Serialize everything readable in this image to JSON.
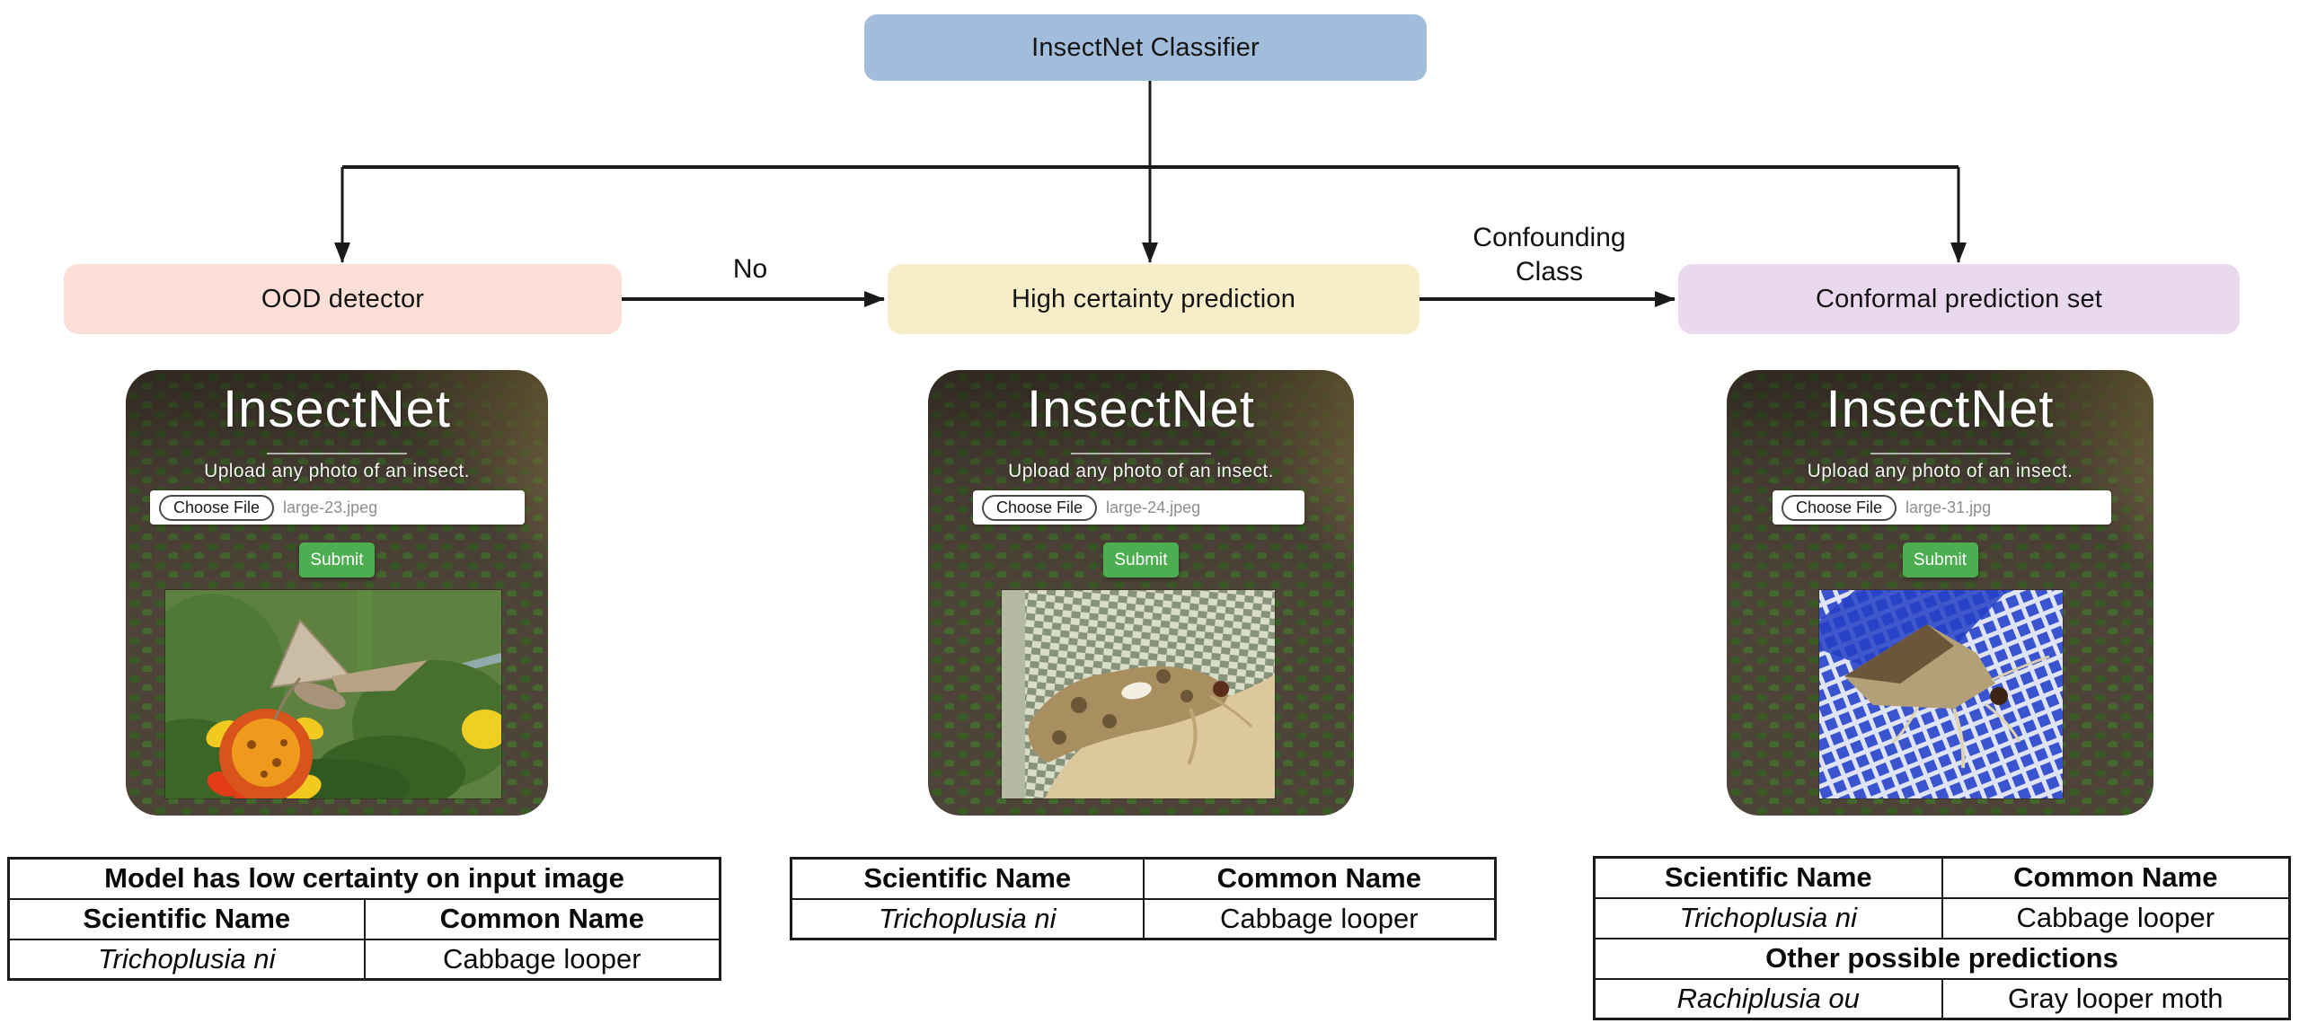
{
  "flowchart": {
    "root": {
      "label": "InsectNet Classifier",
      "color": "#a2bddb"
    },
    "nodes": [
      {
        "label": "OOD detector",
        "color": "#fbdfd6"
      },
      {
        "label": "High certainty prediction",
        "color": "#f8edc9"
      },
      {
        "label": "Conformal prediction set",
        "color": "#ead9ee"
      }
    ],
    "edge_labels": {
      "no": "No",
      "confounding_line1": "Confounding",
      "confounding_line2": "Class"
    }
  },
  "cards": [
    {
      "title": "InsectNet",
      "subtitle": "Upload any photo of an insect.",
      "choose_file_label": "Choose File",
      "file_name": "large-23.jpeg",
      "submit_label": "Submit",
      "photo": "moth-on-marigold-flower"
    },
    {
      "title": "InsectNet",
      "subtitle": "Upload any photo of an insect.",
      "choose_file_label": "Choose File",
      "file_name": "large-24.jpeg",
      "submit_label": "Submit",
      "photo": "moth-on-tan-surface"
    },
    {
      "title": "InsectNet",
      "subtitle": "Upload any photo of an insect.",
      "choose_file_label": "Choose File",
      "file_name": "large-31.jpg",
      "submit_label": "Submit",
      "photo": "moth-on-blue-mesh"
    }
  ],
  "tables": [
    {
      "banner": "Model has low certainty on input image",
      "headers": [
        "Scientific Name",
        "Common Name"
      ],
      "scientific": "Trichoplusia ni",
      "common": "Cabbage looper"
    },
    {
      "headers": [
        "Scientific Name",
        "Common Name"
      ],
      "scientific": "Trichoplusia ni",
      "common": "Cabbage looper"
    },
    {
      "headers": [
        "Scientific Name",
        "Common Name"
      ],
      "scientific": "Trichoplusia ni",
      "common": "Cabbage looper",
      "banner": "Other possible predictions",
      "scientific2": "Rachiplusia ou",
      "common2": "Gray looper moth"
    }
  ],
  "colors": {
    "root_box": "#a2bddb",
    "ood_box": "#fbdfd6",
    "high_certainty_box": "#f8edc9",
    "conformal_box": "#ead9ee",
    "submit_button": "#4cae50",
    "arrow": "#1a1a1a"
  }
}
